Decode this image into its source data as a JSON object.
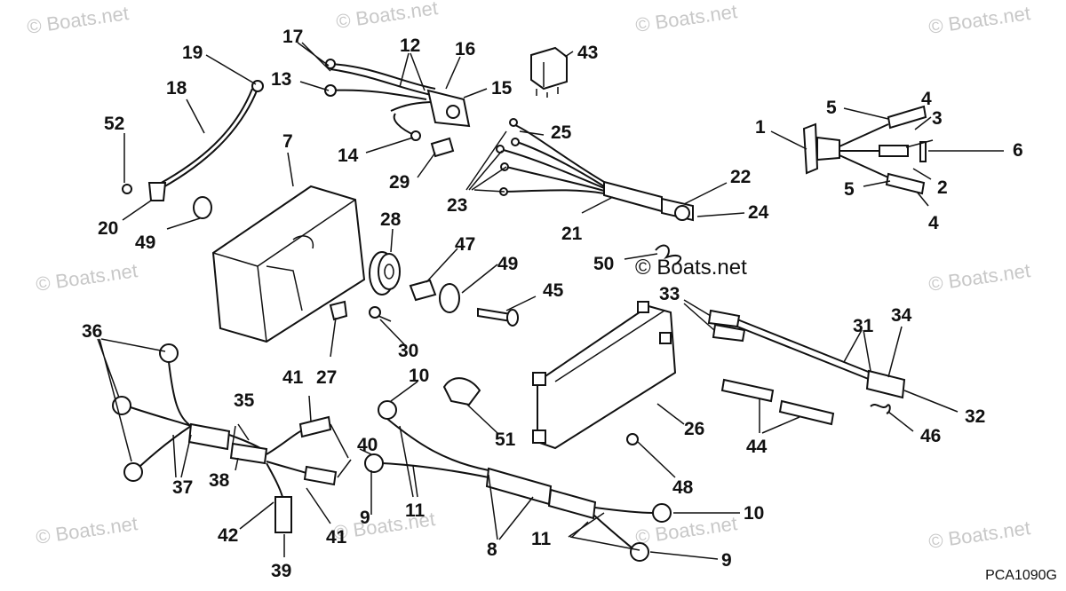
{
  "watermark_text": "© Boats.net",
  "center_credit": "© Boats.net",
  "drawing_code": "PCA1090G",
  "callouts": {
    "c1": "1",
    "c2": "2",
    "c3": "3",
    "c4a": "4",
    "c4b": "4",
    "c5a": "5",
    "c5b": "5",
    "c6": "6",
    "c7": "7",
    "c8": "8",
    "c9a": "9",
    "c9b": "9",
    "c10a": "10",
    "c10b": "10",
    "c11a": "11",
    "c11b": "11",
    "c12": "12",
    "c13": "13",
    "c14": "14",
    "c15": "15",
    "c16": "16",
    "c17": "17",
    "c18": "18",
    "c19": "19",
    "c20": "20",
    "c21": "21",
    "c22": "22",
    "c23": "23",
    "c24": "24",
    "c25": "25",
    "c26": "26",
    "c27": "27",
    "c28": "28",
    "c29": "29",
    "c30": "30",
    "c31": "31",
    "c32": "32",
    "c33": "33",
    "c34": "34",
    "c35": "35",
    "c36": "36",
    "c37": "37",
    "c38": "38",
    "c39": "39",
    "c40": "40",
    "c41a": "41",
    "c41b": "41",
    "c42": "42",
    "c43": "43",
    "c44": "44",
    "c45": "45",
    "c46": "46",
    "c47": "47",
    "c48": "48",
    "c49a": "49",
    "c49b": "49",
    "c50": "50",
    "c51": "51",
    "c52": "52"
  }
}
